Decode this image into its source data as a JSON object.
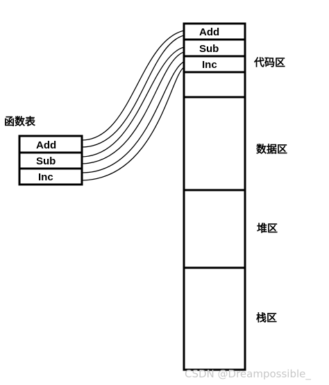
{
  "function_table": {
    "title": "函数表",
    "entries": [
      "Add",
      "Sub",
      "Inc"
    ]
  },
  "memory": {
    "code_entries": [
      "Add",
      "Sub",
      "Inc"
    ],
    "regions": {
      "code": "代码区",
      "data": "数据区",
      "heap": "堆区",
      "stack": "栈区"
    }
  },
  "watermark": "CSDN @Dreampossible_",
  "colors": {
    "stroke": "#000000",
    "background": "#ffffff",
    "watermark": "#c8c8c8"
  }
}
